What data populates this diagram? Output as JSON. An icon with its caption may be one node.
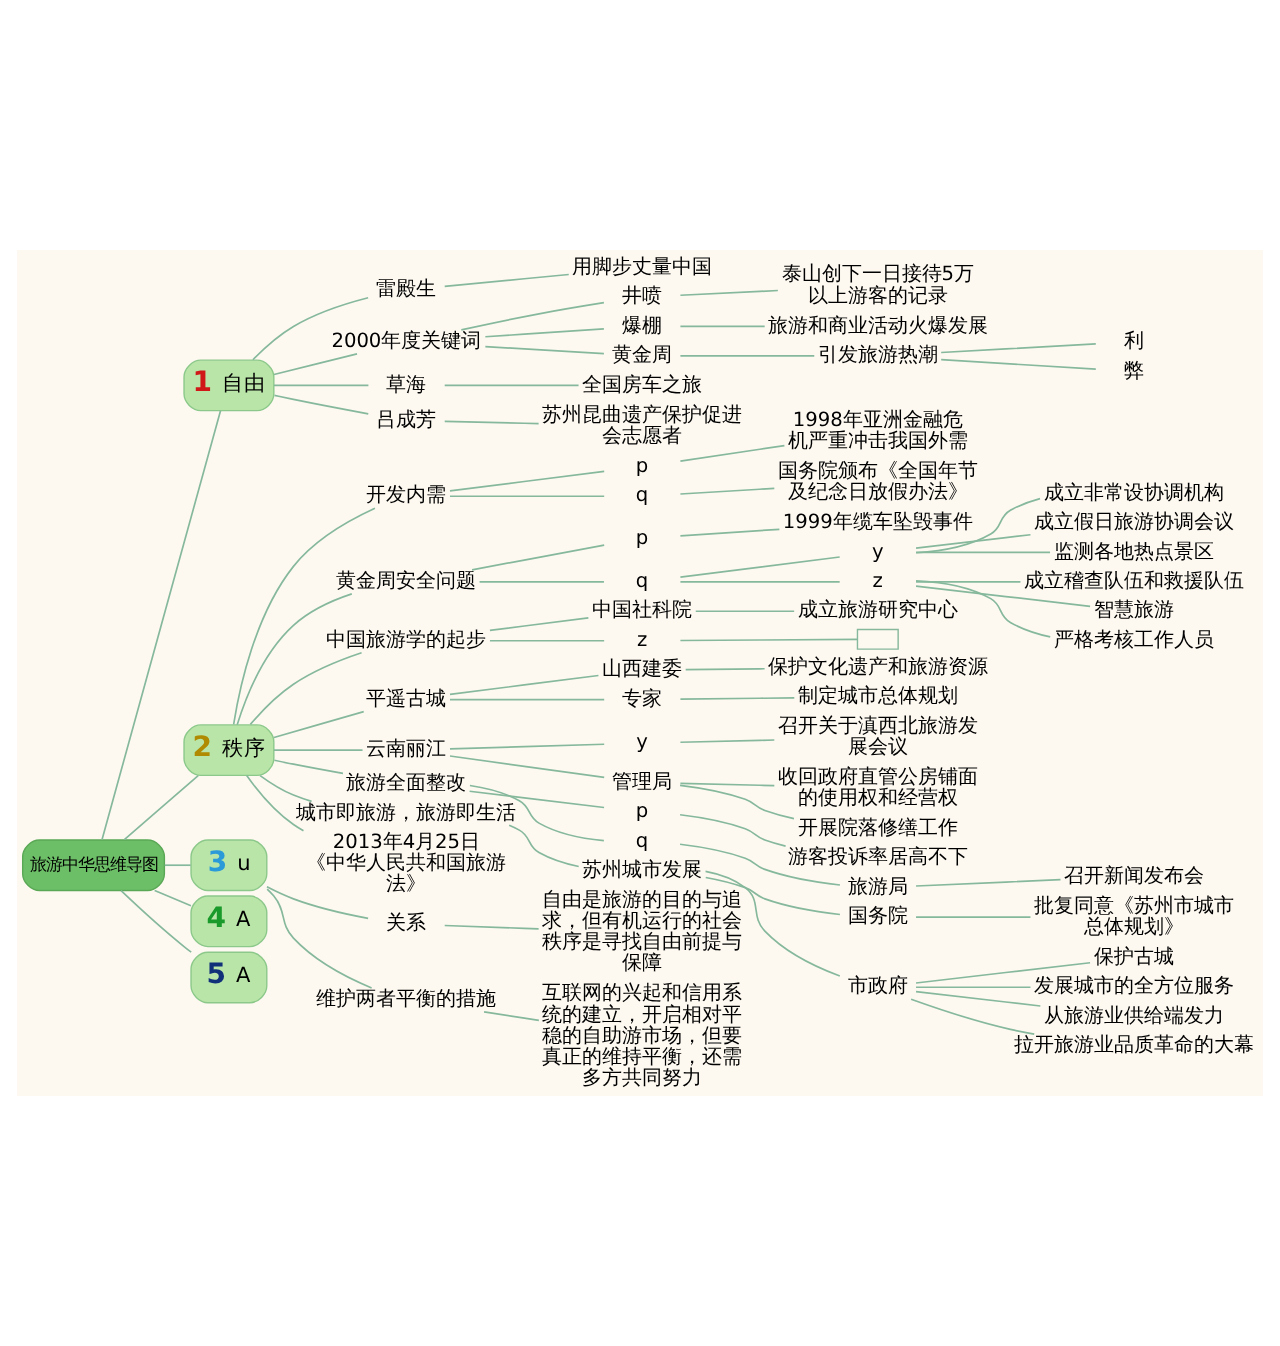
{
  "diagram": {
    "nodes": [
      {
        "text": [
          "旅游中华思维导图"
        ]
      },
      {
        "text": [
          "1",
          "自由"
        ]
      },
      {
        "text": [
          "雷殿生"
        ]
      },
      {
        "text": [
          "用脚步丈量中国"
        ]
      },
      {
        "text": [
          "2000年度关键词"
        ]
      },
      {
        "text": [
          "井喷"
        ]
      },
      {
        "text": [
          "泰山创下一日接待5万以上游客的记录"
        ]
      },
      {
        "text": [
          "爆棚"
        ]
      },
      {
        "text": [
          "旅游和商业活动火爆发展"
        ]
      },
      {
        "text": [
          "黄金周"
        ]
      },
      {
        "text": [
          "引发旅游热潮"
        ]
      },
      {
        "text": [
          "利"
        ]
      },
      {
        "text": [
          "弊"
        ]
      },
      {
        "text": [
          "草海"
        ]
      },
      {
        "text": [
          "全国房车之旅"
        ]
      },
      {
        "text": [
          "吕成芳"
        ]
      },
      {
        "text": [
          "苏州昆曲遗产保护促进会志愿者"
        ]
      },
      {
        "text": [
          "2",
          "秩序"
        ]
      },
      {
        "text": [
          "开发内需"
        ]
      },
      {
        "text": [
          "p"
        ]
      },
      {
        "text": [
          "1998年亚洲金融危机严重冲击我国外需"
        ]
      },
      {
        "text": [
          "q"
        ]
      },
      {
        "text": [
          "国务院颁布《全国年节及纪念日放假办法》"
        ]
      },
      {
        "text": [
          "黄金周安全问题"
        ]
      },
      {
        "text": [
          "p"
        ]
      },
      {
        "text": [
          "1999年缆车坠毁事件"
        ]
      },
      {
        "text": [
          "q"
        ]
      },
      {
        "text": [
          "y"
        ]
      },
      {
        "text": [
          "成立非常设协调机构"
        ]
      },
      {
        "text": [
          "成立假日旅游协调会议"
        ]
      },
      {
        "text": [
          "监测各地热点景区"
        ]
      },
      {
        "text": [
          "z"
        ]
      },
      {
        "text": [
          "成立稽查队伍和救援队伍"
        ]
      },
      {
        "text": [
          "智慧旅游"
        ]
      },
      {
        "text": [
          "严格考核工作人员"
        ]
      },
      {
        "text": [
          "中国旅游学的起步"
        ]
      },
      {
        "text": [
          "中国社科院"
        ]
      },
      {
        "text": [
          "成立旅游研究中心"
        ]
      },
      {
        "text": [
          "z"
        ]
      },
      {
        "text": [],
        "shape": "box"
      },
      {
        "text": [
          "平遥古城"
        ]
      },
      {
        "text": [
          "山西建委"
        ]
      },
      {
        "text": [
          "保护文化遗产和旅游资源"
        ]
      },
      {
        "text": [
          "专家"
        ]
      },
      {
        "text": [
          "制定城市总体规划"
        ]
      },
      {
        "text": [
          "云南丽江"
        ]
      },
      {
        "text": [
          "y"
        ]
      },
      {
        "text": [
          "召开关于滇西北旅游发展会议"
        ]
      },
      {
        "text": [
          "管理局"
        ]
      },
      {
        "text": [
          "收回政府直管公房铺面的使用权和经营权"
        ]
      },
      {
        "text": [
          "开展院落修缮工作"
        ]
      },
      {
        "text": [
          "旅游全面整改"
        ]
      },
      {
        "text": [
          "p"
        ]
      },
      {
        "text": [
          "游客投诉率居高不下"
        ]
      },
      {
        "text": [
          "q"
        ]
      },
      {
        "text": [
          "旅游局"
        ]
      },
      {
        "text": [
          "召开新闻发布会"
        ]
      },
      {
        "text": [
          "城市即旅游，旅游即生活"
        ]
      },
      {
        "text": [
          "苏州城市发展"
        ]
      },
      {
        "text": [
          "国务院"
        ]
      },
      {
        "text": [
          "批复同意《苏州市城市总体规划》"
        ]
      },
      {
        "text": [
          "市政府"
        ]
      },
      {
        "text": [
          "保护古城"
        ]
      },
      {
        "text": [
          "发展城市的全方位服务"
        ]
      },
      {
        "text": [
          "从旅游业供给端发力"
        ]
      },
      {
        "text": [
          "拉开旅游业品质革命的大幕"
        ]
      },
      {
        "text": [
          "2013年4月25日《中华人民共和国旅游法》"
        ]
      },
      {
        "text": [
          "3",
          "u"
        ]
      },
      {
        "text": [
          "关系"
        ]
      },
      {
        "text": [
          "自由是旅游的目的与追求，但有机运行的社会秩序是寻找自由前提与保障"
        ]
      },
      {
        "text": [
          "维护两者平衡的措施"
        ]
      },
      {
        "text": [
          "互联网的兴起和信用系统的建立，开启相对平稳的自助游市场，但要真正的维持平衡，还需多方共同努力"
        ]
      },
      {
        "text": [
          "4",
          "A"
        ]
      },
      {
        "text": [
          "5",
          "A"
        ]
      }
    ],
    "edges": [
      {
        "from": 0,
        "to": 1,
        "arrow": "none"
      },
      {
        "from": 1,
        "to": 2,
        "arrow": "none"
      },
      {
        "from": 2,
        "to": 3,
        "arrow": "none"
      },
      {
        "from": 1,
        "to": 4,
        "arrow": "none"
      },
      {
        "from": 4,
        "to": 5,
        "arrow": "none"
      },
      {
        "from": 5,
        "to": 6,
        "arrow": "none"
      },
      {
        "from": 4,
        "to": 7,
        "arrow": "none"
      },
      {
        "from": 7,
        "to": 8,
        "arrow": "none"
      },
      {
        "from": 4,
        "to": 9,
        "arrow": "none"
      },
      {
        "from": 9,
        "to": 10,
        "arrow": "none"
      },
      {
        "from": 10,
        "to": 11,
        "arrow": "none"
      },
      {
        "from": 10,
        "to": 12,
        "arrow": "none"
      },
      {
        "from": 1,
        "to": 13,
        "arrow": "none"
      },
      {
        "from": 13,
        "to": 14,
        "arrow": "none"
      },
      {
        "from": 1,
        "to": 15,
        "arrow": "none"
      },
      {
        "from": 15,
        "to": 16,
        "arrow": "none"
      },
      {
        "from": 0,
        "to": 17,
        "arrow": "none"
      },
      {
        "from": 17,
        "to": 18,
        "arrow": "none"
      },
      {
        "from": 18,
        "to": 19,
        "arrow": "none"
      },
      {
        "from": 19,
        "to": 20,
        "arrow": "none"
      },
      {
        "from": 18,
        "to": 21,
        "arrow": "none"
      },
      {
        "from": 21,
        "to": 22,
        "arrow": "none"
      },
      {
        "from": 17,
        "to": 23,
        "arrow": "none"
      },
      {
        "from": 23,
        "to": 24,
        "arrow": "none"
      },
      {
        "from": 24,
        "to": 25,
        "arrow": "none"
      },
      {
        "from": 23,
        "to": 26,
        "arrow": "none"
      },
      {
        "from": 26,
        "to": 27,
        "arrow": "none"
      },
      {
        "from": 27,
        "to": 28,
        "arrow": "none"
      },
      {
        "from": 27,
        "to": 29,
        "arrow": "none"
      },
      {
        "from": 27,
        "to": 30,
        "arrow": "none"
      },
      {
        "from": 26,
        "to": 31,
        "arrow": "none"
      },
      {
        "from": 31,
        "to": 32,
        "arrow": "none"
      },
      {
        "from": 31,
        "to": 33,
        "arrow": "none"
      },
      {
        "from": 31,
        "to": 34,
        "arrow": "none"
      },
      {
        "from": 17,
        "to": 35,
        "arrow": "none"
      },
      {
        "from": 35,
        "to": 36,
        "arrow": "none"
      },
      {
        "from": 36,
        "to": 37,
        "arrow": "none"
      },
      {
        "from": 35,
        "to": 38,
        "arrow": "none"
      },
      {
        "from": 38,
        "to": 39,
        "arrow": "none"
      },
      {
        "from": 17,
        "to": 40,
        "arrow": "none"
      },
      {
        "from": 40,
        "to": 41,
        "arrow": "none"
      },
      {
        "from": 41,
        "to": 42,
        "arrow": "none"
      },
      {
        "from": 40,
        "to": 43,
        "arrow": "none"
      },
      {
        "from": 43,
        "to": 44,
        "arrow": "none"
      },
      {
        "from": 17,
        "to": 45,
        "arrow": "none"
      },
      {
        "from": 45,
        "to": 46,
        "arrow": "none"
      },
      {
        "from": 46,
        "to": 47,
        "arrow": "none"
      },
      {
        "from": 45,
        "to": 48,
        "arrow": "none"
      },
      {
        "from": 48,
        "to": 49,
        "arrow": "none"
      },
      {
        "from": 48,
        "to": 50,
        "arrow": "none"
      },
      {
        "from": 17,
        "to": 51,
        "arrow": "none"
      },
      {
        "from": 51,
        "to": 52,
        "arrow": "none"
      },
      {
        "from": 52,
        "to": 53,
        "arrow": "none"
      },
      {
        "from": 51,
        "to": 54,
        "arrow": "none"
      },
      {
        "from": 54,
        "to": 55,
        "arrow": "none"
      },
      {
        "from": 55,
        "to": 56,
        "arrow": "none"
      },
      {
        "from": 17,
        "to": 57,
        "arrow": "none"
      },
      {
        "from": 57,
        "to": 58,
        "arrow": "none"
      },
      {
        "from": 58,
        "to": 59,
        "arrow": "none"
      },
      {
        "from": 59,
        "to": 60,
        "arrow": "none"
      },
      {
        "from": 58,
        "to": 61,
        "arrow": "none"
      },
      {
        "from": 61,
        "to": 62,
        "arrow": "none"
      },
      {
        "from": 61,
        "to": 63,
        "arrow": "none"
      },
      {
        "from": 61,
        "to": 64,
        "arrow": "none"
      },
      {
        "from": 61,
        "to": 65,
        "arrow": "none"
      },
      {
        "from": 17,
        "to": 66,
        "arrow": "none"
      },
      {
        "from": 0,
        "to": 67,
        "arrow": "none"
      },
      {
        "from": 67,
        "to": 68,
        "arrow": "none"
      },
      {
        "from": 68,
        "to": 69,
        "arrow": "none"
      },
      {
        "from": 67,
        "to": 70,
        "arrow": "none"
      },
      {
        "from": 70,
        "to": 71,
        "arrow": "none"
      },
      {
        "from": 0,
        "to": 72,
        "arrow": "none"
      },
      {
        "from": 0,
        "to": 73,
        "arrow": "none"
      }
    ]
  }
}
